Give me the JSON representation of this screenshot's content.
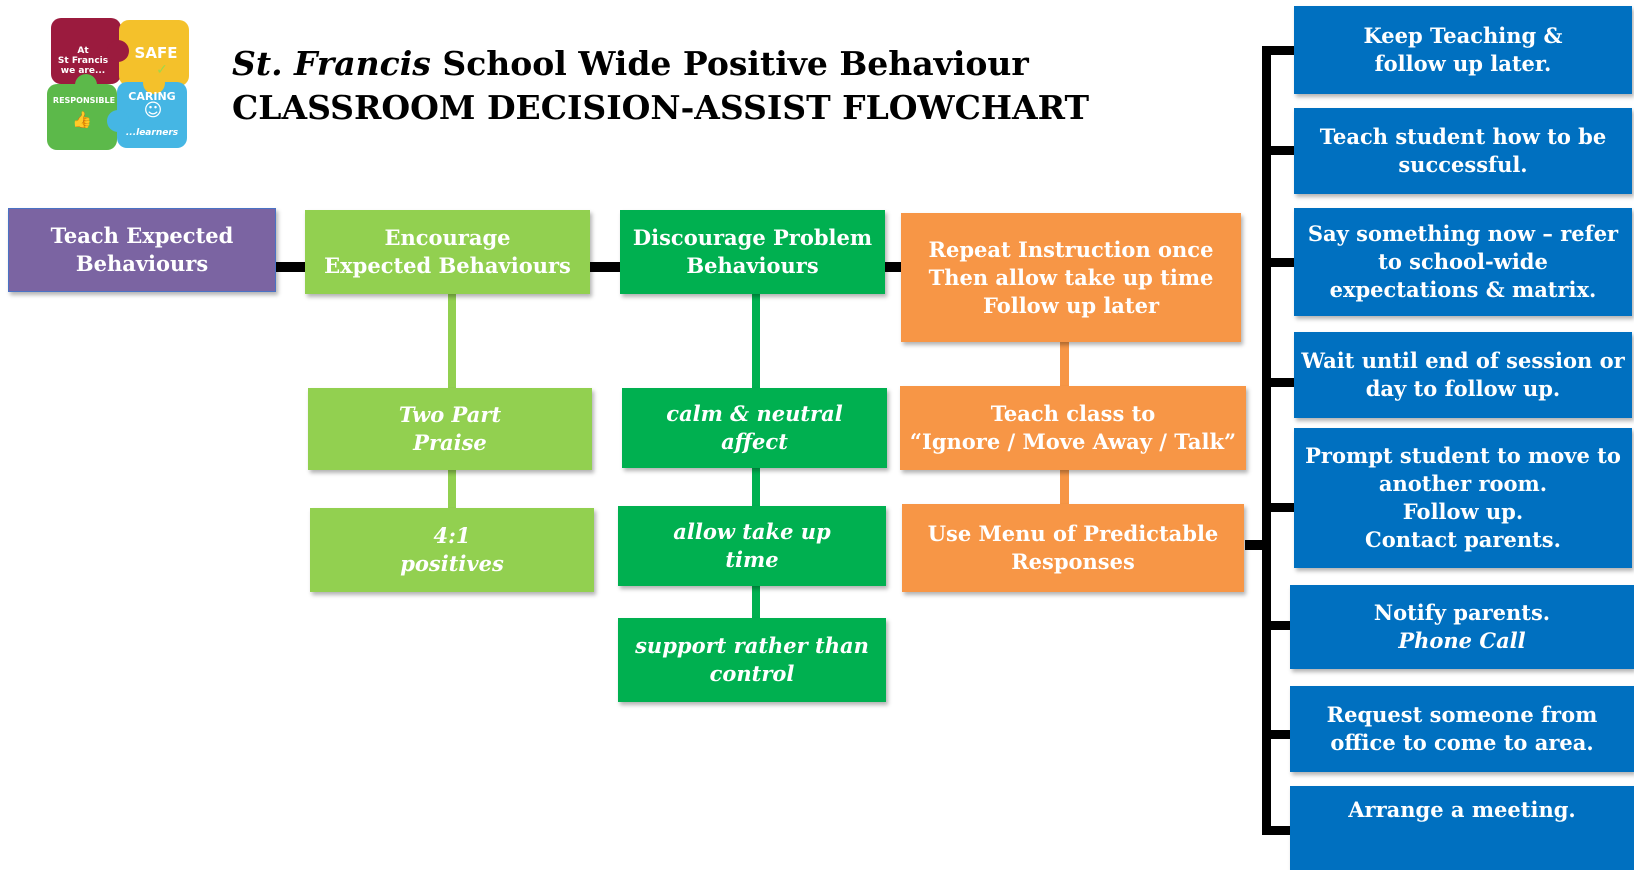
{
  "logo": {
    "at_text": "At\nSt Francis\nwe are...",
    "safe": "SAFE",
    "responsible": "RESPONSIBLE",
    "caring": "CARING",
    "learners": "...learners",
    "smiley": "☺",
    "check": "✓",
    "thumb": "👍"
  },
  "title": {
    "italic": "St. Francis",
    "line1_rest": " School Wide Positive Behaviour",
    "line2": "CLASSROOM DECISION-ASSIST FLOWCHART"
  },
  "colors": {
    "purple": "#7b64a2",
    "light_green": "#92d050",
    "dark_green": "#00b050",
    "orange": "#f79646",
    "blue": "#0070c0"
  },
  "main_steps": {
    "teach": "Teach Expected\nBehaviours",
    "encourage": "Encourage\nExpected Behaviours",
    "discourage": "Discourage Problem\nBehaviours",
    "repeat": "Repeat Instruction once\nThen allow take up time\nFollow up later"
  },
  "encourage_items": [
    "Two Part\nPraise",
    "4:1\npositives"
  ],
  "discourage_items": [
    "calm & neutral\naffect",
    "allow take up\ntime",
    "support rather than\ncontrol"
  ],
  "orange_items": [
    "Teach class to\n“Ignore / Move Away / Talk”",
    "Use Menu of Predictable\nResponses"
  ],
  "responses": [
    {
      "text": "Keep Teaching &\nfollow up later.",
      "italic": ""
    },
    {
      "text": "Teach student how to be\nsuccessful.",
      "italic": ""
    },
    {
      "text": "Say something now – refer\nto school-wide\nexpectations & matrix.",
      "italic": ""
    },
    {
      "text": "Wait until end of session or\nday to follow up.",
      "italic": ""
    },
    {
      "text": "Prompt student to move to\nanother room.\nFollow up.\nContact parents.",
      "italic": ""
    },
    {
      "text": "Notify parents.",
      "italic": "Phone Call"
    },
    {
      "text": "Request someone from\noffice to come to area.",
      "italic": ""
    },
    {
      "text": "Arrange a meeting.",
      "italic": ""
    }
  ]
}
